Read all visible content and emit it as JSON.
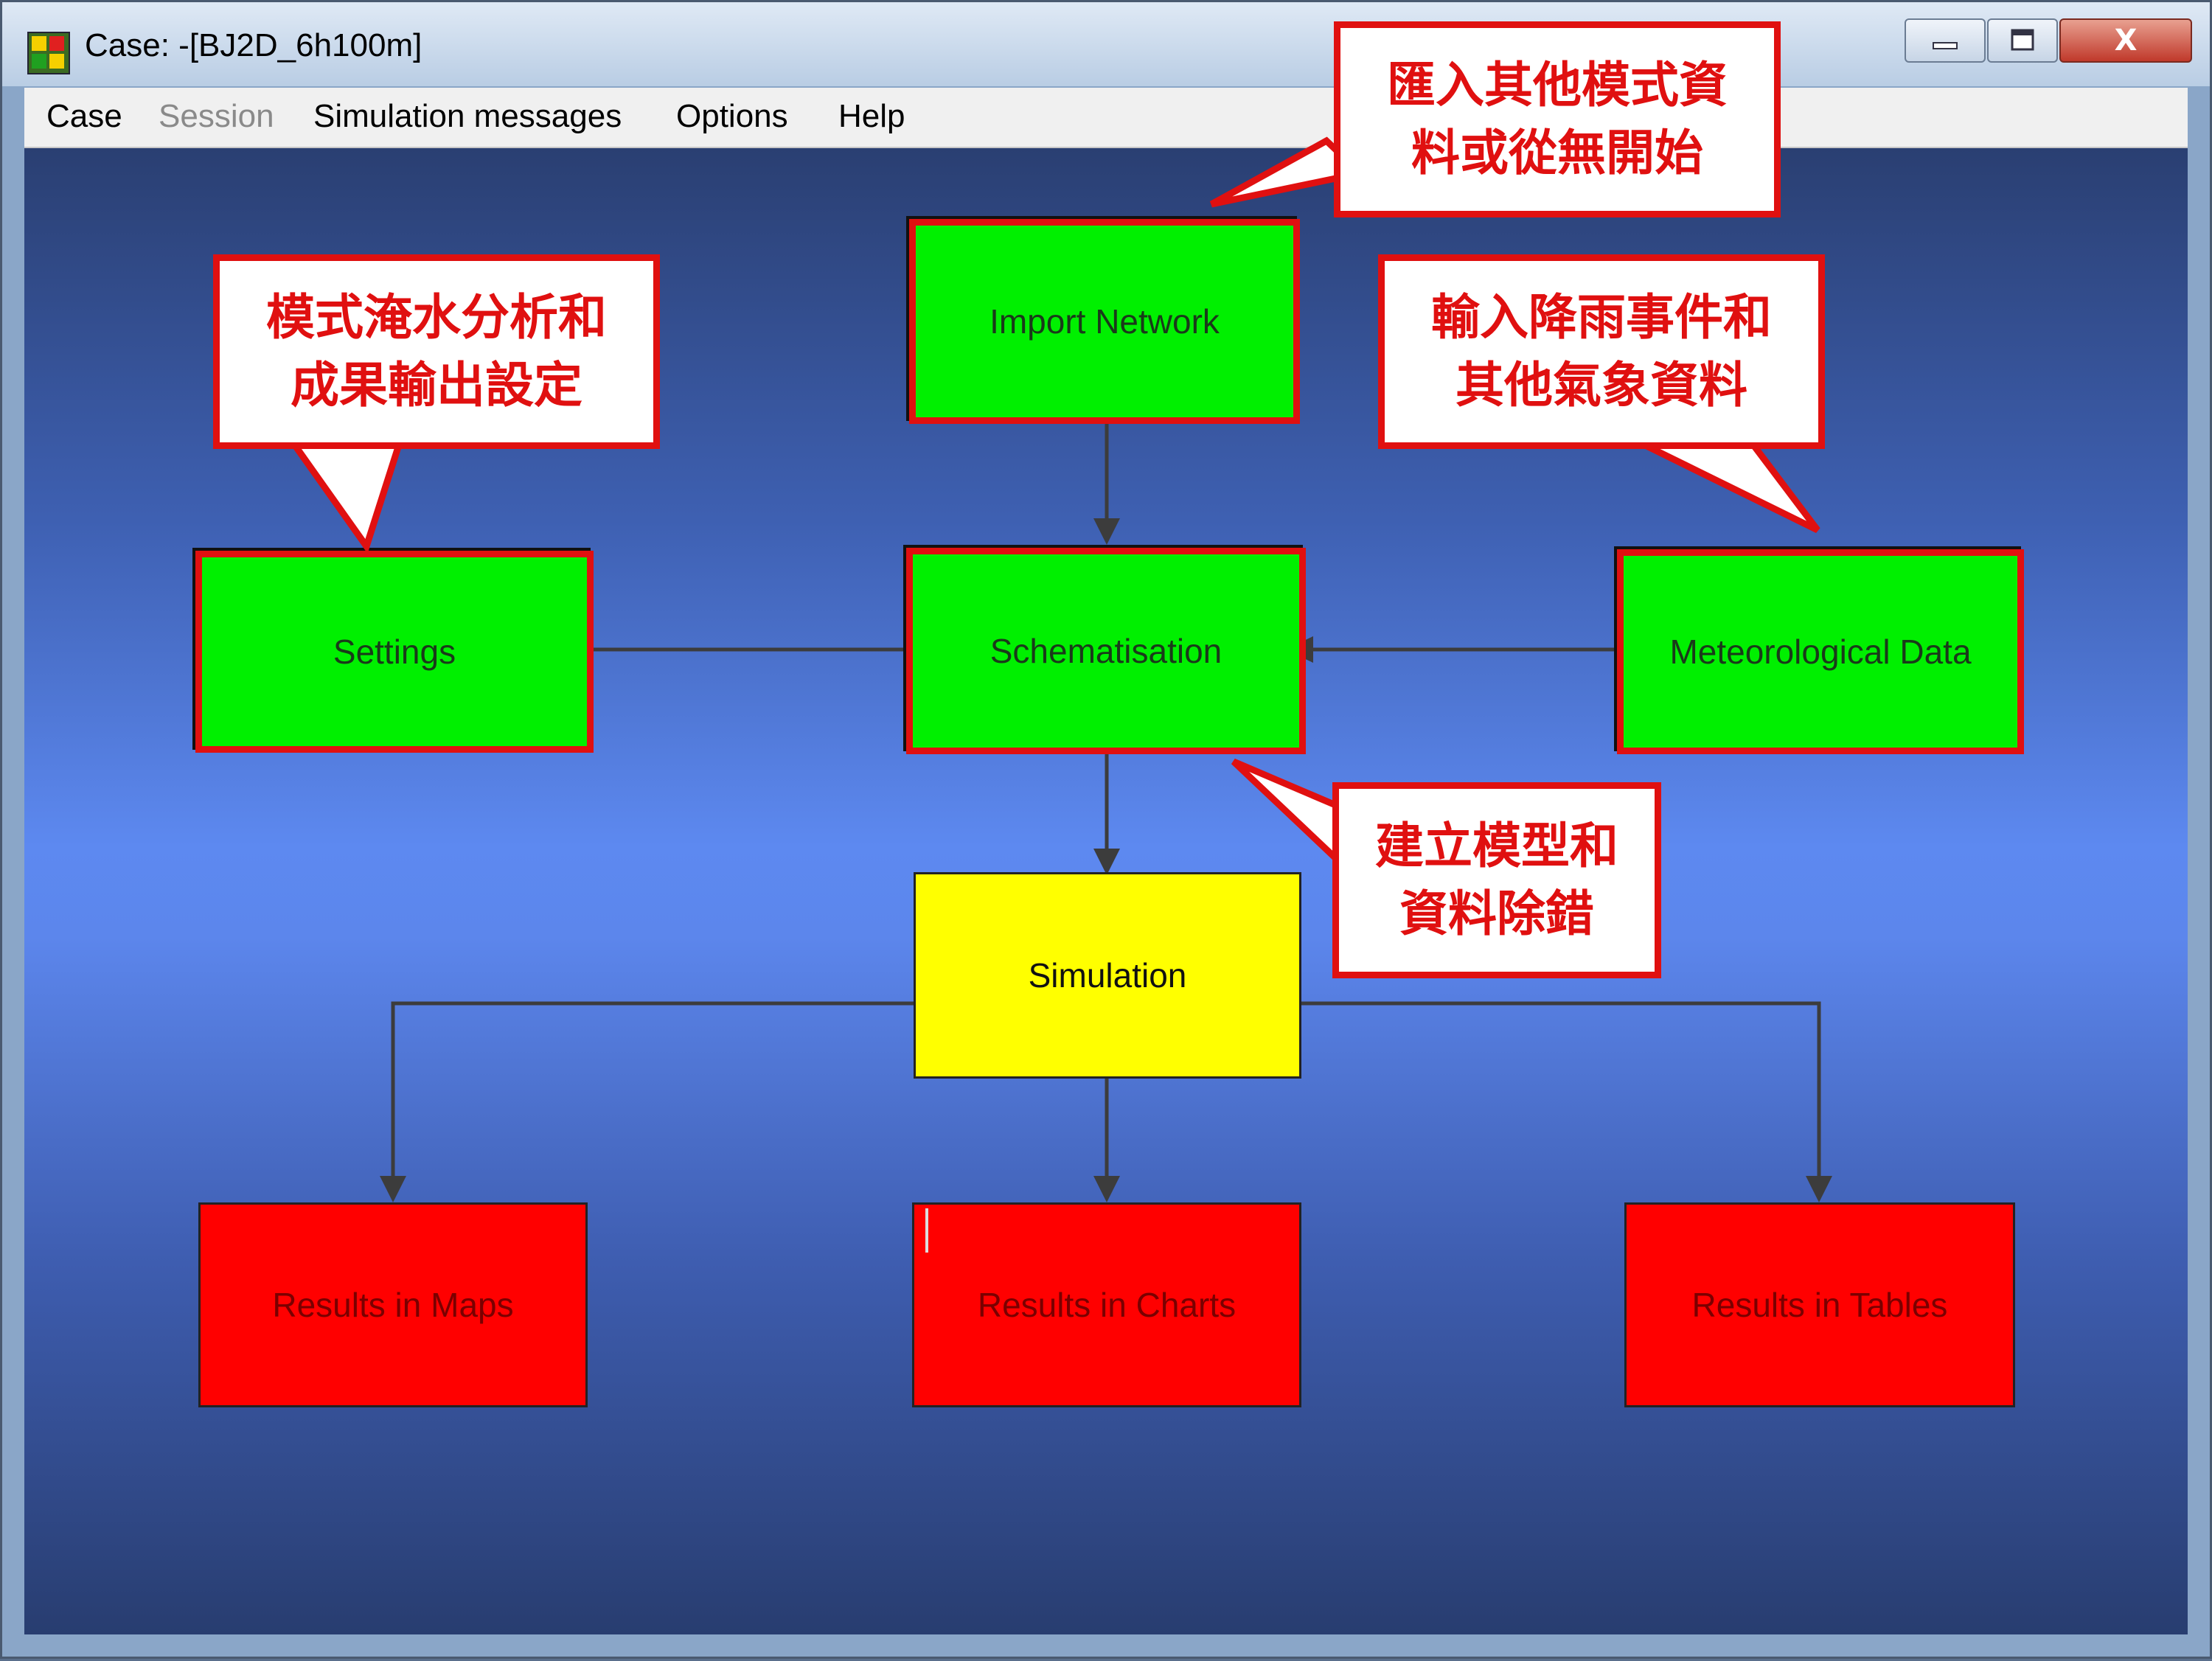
{
  "window": {
    "title": "Case: -[BJ2D_6h100m]",
    "close_glyph": "X",
    "icons": [
      "app-icon",
      "minimize-icon",
      "maximize-icon",
      "close-icon"
    ]
  },
  "menu": {
    "items": [
      {
        "label": "Case",
        "enabled": true
      },
      {
        "label": "Session",
        "enabled": false
      },
      {
        "label": "Simulation messages",
        "enabled": true
      },
      {
        "label": "Options",
        "enabled": true
      },
      {
        "label": "Help",
        "enabled": true
      }
    ]
  },
  "workflow": {
    "import_network": "Import Network",
    "settings": "Settings",
    "schematisation": "Schematisation",
    "meteorological_data": "Meteorological Data",
    "simulation": "Simulation",
    "results_maps": "Results in Maps",
    "results_charts": "Results in Charts",
    "results_tables": "Results in Tables"
  },
  "annotations": {
    "import": "匯入其他模式資\n料或從無開始",
    "settings": "模式淹水分析和\n成果輸出設定",
    "meteo": "輸入降雨事件和\n其他氣象資料",
    "schematisation": "建立模型和\n資料除錯"
  },
  "colors": {
    "done": "#00f000",
    "active": "#ffff00",
    "pending": "#ff0000",
    "annotation": "#e01010"
  }
}
